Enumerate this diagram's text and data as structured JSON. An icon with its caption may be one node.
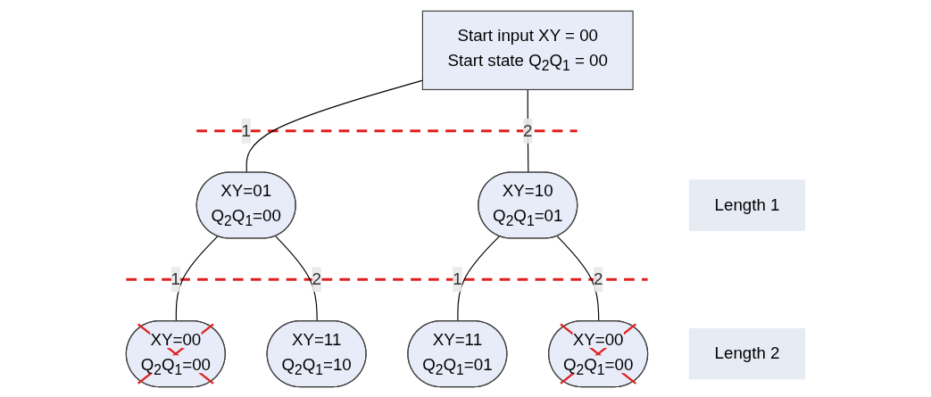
{
  "diagram": {
    "nodes": [
      {
        "text": [
          "Start input XY = 00",
          "Start state Q$_{2}$Q$_{1}$ = 00"
        ]
      },
      {
        "text": [
          "XY=01",
          "Q$_{2}$Q$_{1}$=00"
        ]
      },
      {
        "text": [
          "XY=10",
          "Q$_{2}$Q$_{1}$=01"
        ]
      },
      {
        "text": [
          "XY=00",
          "Q$_{2}$Q$_{1}$=00"
        ]
      },
      {
        "text": [
          "XY=11",
          "Q$_{2}$Q$_{1}$=10"
        ]
      },
      {
        "text": [
          "XY=11",
          "Q$_{2}$Q$_{1}$=01"
        ]
      },
      {
        "text": [
          "XY=00",
          "Q$_{2}$Q$_{1}$=00"
        ]
      },
      {
        "text": [
          "Length 1"
        ]
      },
      {
        "text": [
          "Length 2"
        ]
      }
    ],
    "edges": [
      {
        "from": 0,
        "to": 1,
        "arrow": "none",
        "label": "1"
      },
      {
        "from": 0,
        "to": 2,
        "arrow": "none",
        "label": "2"
      },
      {
        "from": 1,
        "to": 3,
        "arrow": "none",
        "label": "1"
      },
      {
        "from": 1,
        "to": 4,
        "arrow": "none",
        "label": "2"
      },
      {
        "from": 2,
        "to": 5,
        "arrow": "none",
        "label": "1"
      },
      {
        "from": 2,
        "to": 6,
        "arrow": "none",
        "label": "2"
      }
    ]
  }
}
